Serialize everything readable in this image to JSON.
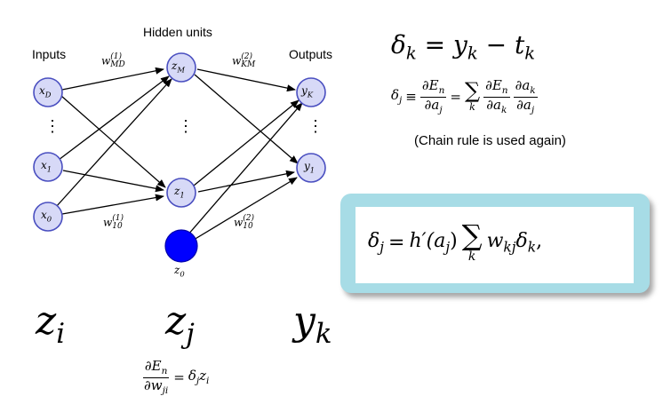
{
  "network": {
    "hidden_title": "Hidden units",
    "inputs_title": "Inputs",
    "outputs_title": "Outputs",
    "nodes": {
      "x_D": {
        "var": "x",
        "sub": "D"
      },
      "x_1": {
        "var": "x",
        "sub": "1"
      },
      "x_0": {
        "var": "x",
        "sub": "0"
      },
      "z_M": {
        "var": "z",
        "sub": "M"
      },
      "z_1": {
        "var": "z",
        "sub": "1"
      },
      "z_0": {
        "var": "z",
        "sub": "0"
      },
      "y_K": {
        "var": "y",
        "sub": "K"
      },
      "y_1": {
        "var": "y",
        "sub": "1"
      }
    },
    "weights": {
      "w_MD": {
        "var": "w",
        "sup": "(1)",
        "sub": "MD"
      },
      "w_KM": {
        "var": "w",
        "sup": "(2)",
        "sub": "KM"
      },
      "w_10_1": {
        "var": "w",
        "sup": "(1)",
        "sub": "10"
      },
      "w_10_2": {
        "var": "w",
        "sup": "(2)",
        "sub": "10"
      }
    },
    "ellipsis": "⋮",
    "colors": {
      "node_fill": "#d7d9f7",
      "node_stroke": "#4a4fc0",
      "bias_fill": "#0000ff"
    }
  },
  "equations": {
    "delta_k": {
      "lhs": "δ",
      "lhs_sub": "k",
      "eq": "=",
      "y": "y",
      "y_sub": "k",
      "minus": "−",
      "t": "t",
      "t_sub": "k"
    },
    "delta_j_def": {
      "lhs": "δ",
      "lhs_sub": "j",
      "equiv": "≡",
      "f1_num": "∂E",
      "f1_num_sub": "n",
      "f1_den": "∂a",
      "f1_den_sub": "j",
      "eq": "=",
      "sum": "∑",
      "sum_sub": "k",
      "f2_num": "∂E",
      "f2_num_sub": "n",
      "f2_den": "∂a",
      "f2_den_sub": "k",
      "f3_num": "∂a",
      "f3_num_sub": "k",
      "f3_den": "∂a",
      "f3_den_sub": "j"
    },
    "chain_note": "(Chain rule is used again)",
    "backprop": {
      "lhs": "δ",
      "lhs_sub": "j",
      "eq": "=",
      "h": "h′(a",
      "h_sub": "j",
      "h_close": ")",
      "sum": "∑",
      "sum_sub": "k",
      "w": "w",
      "w_sub": "kj",
      "d": "δ",
      "d_sub": "k",
      "tail": ","
    },
    "big_zi": {
      "var": "z",
      "sub": "i"
    },
    "big_zj": {
      "var": "z",
      "sub": "j"
    },
    "big_yk": {
      "var": "y",
      "sub": "k"
    },
    "grad": {
      "num": "∂E",
      "num_sub": "n",
      "den": "∂w",
      "den_sub": "ji",
      "eq": "=",
      "d": "δ",
      "d_sub": "j",
      "z": "z",
      "z_sub": "i"
    }
  },
  "panel_colors": {
    "outer": "#a7dce6",
    "inner": "#ffffff"
  }
}
